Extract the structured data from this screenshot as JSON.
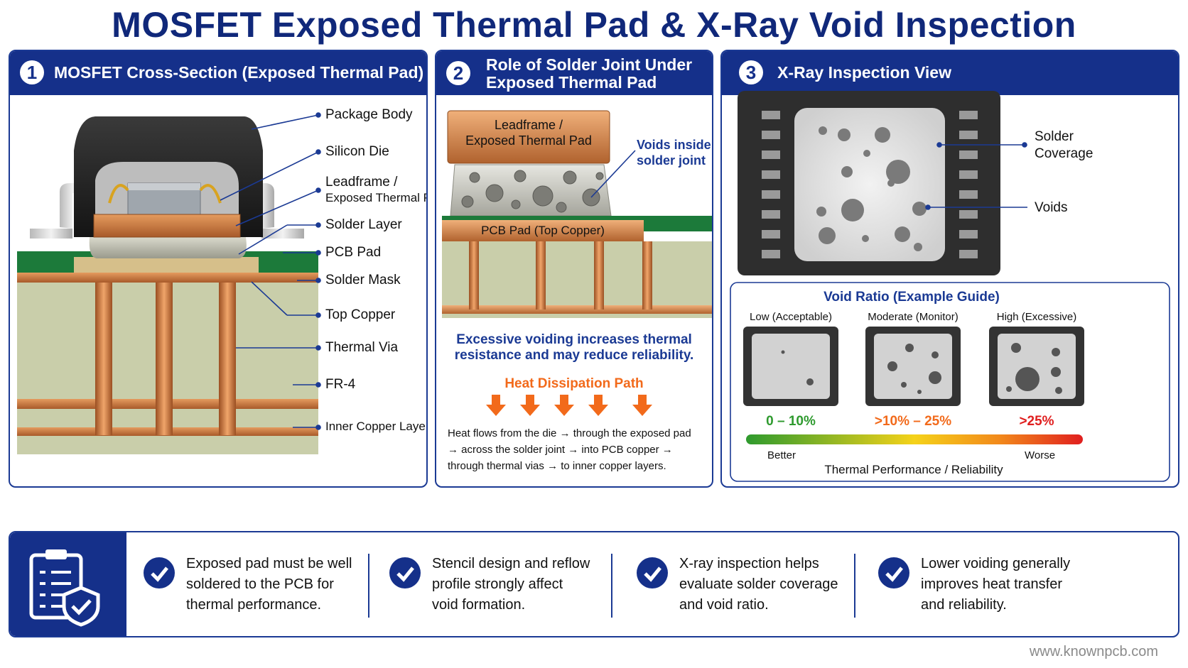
{
  "title": "MOSFET Exposed Thermal Pad & X-Ray Void Inspection",
  "panel1": {
    "number": "1",
    "heading": "MOSFET Cross-Section (Exposed Thermal Pad)",
    "labels": {
      "package_body": "Package Body",
      "silicon_die": "Silicon Die",
      "leadframe_1": "Leadframe /",
      "leadframe_2": "Exposed Thermal Pad",
      "solder_layer": "Solder Layer",
      "pcb_pad": "PCB Pad",
      "solder_mask": "Solder Mask",
      "top_copper": "Top Copper",
      "thermal_via": "Thermal Via",
      "fr4": "FR-4",
      "inner_copper": "Inner Copper Layer"
    }
  },
  "panel2": {
    "number": "2",
    "heading_1": "Role of Solder Joint Under",
    "heading_2": "Exposed Thermal Pad",
    "leadframe_1": "Leadframe /",
    "leadframe_2": "Exposed Thermal Pad",
    "voids_1": "Voids inside",
    "voids_2": "solder joint",
    "pcb_pad": "PCB Pad (Top Copper)",
    "warning_1": "Excessive voiding increases thermal",
    "warning_2": "resistance and may reduce reliability.",
    "heat_title": "Heat Dissipation Path",
    "heat_1": "Heat flows from the die → through the exposed pad",
    "heat_2": "→ across the solder joint → into PCB copper →",
    "heat_3": "through thermal vias → to inner copper layers."
  },
  "panel3": {
    "number": "3",
    "heading": "X-Ray Inspection View",
    "solder_coverage_1": "Solder",
    "solder_coverage_2": "Coverage",
    "voids": "Voids",
    "guide_title": "Void Ratio (Example Guide)",
    "levels": [
      {
        "name": "Low (Acceptable)",
        "range": "0 – 10%",
        "color": "#2e9a2e"
      },
      {
        "name": "Moderate (Monitor)",
        "range": ">10% – 25%",
        "color": "#f26a1b"
      },
      {
        "name": "High (Excessive)",
        "range": ">25%",
        "color": "#e01f1f"
      }
    ],
    "better": "Better",
    "worse": "Worse",
    "scale_label": "Thermal Performance / Reliability"
  },
  "tips": [
    {
      "l1": "Exposed pad must be well",
      "l2": "soldered to the PCB for",
      "l3": "thermal performance."
    },
    {
      "l1": "Stencil design and reflow",
      "l2": "profile strongly affect",
      "l3": "void formation."
    },
    {
      "l1": "X-ray inspection helps",
      "l2": "evaluate solder coverage",
      "l3": "and void ratio."
    },
    {
      "l1": "Lower voiding generally",
      "l2": "improves heat transfer",
      "l3": "and reliability."
    }
  ],
  "footer": "www.knownpcb.com",
  "colors": {
    "navy": "#15308a",
    "copper": "#c8773e",
    "orange": "#f26a1b",
    "pcb_green": "#1c7a3a"
  }
}
